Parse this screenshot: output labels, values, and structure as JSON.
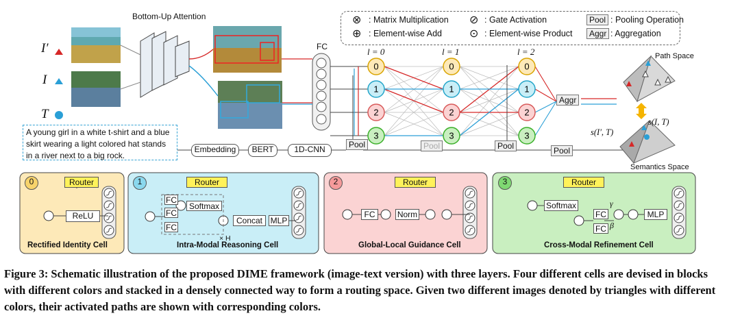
{
  "top": {
    "attention_label": "Bottom-Up Attention",
    "input_image_prime": "I′",
    "input_image": "I",
    "input_text": "T",
    "fc_label": "FC",
    "text_sample": "A young girl in a white t-shirt and a blue skirt wearing a light colored hat stands in a river next to a big rock.",
    "pipeline": [
      "Embedding",
      "BERT",
      "1D-CNN"
    ],
    "layers": [
      "l = 0",
      "l = 1",
      "l = 2"
    ],
    "cell_ids": [
      "0",
      "1",
      "2",
      "3"
    ],
    "pool_label": "Pool",
    "aggr_label": "Aggr",
    "path_space_label": "Path Space",
    "semantics_space_label": "Semantics Space",
    "score_prime": "s(I′, T)",
    "score": "s(I, T)"
  },
  "legend": {
    "matrix_mult": ": Matrix Multiplication",
    "elem_add": ": Element-wise Add",
    "gate": ": Gate Activation",
    "elem_prod": ": Element-wise Product",
    "pool_key": "Pool",
    "pool_desc": ": Pooling Operation",
    "aggr_key": "Aggr",
    "aggr_desc": ": Aggregation"
  },
  "cells": [
    {
      "id": "0",
      "title": "Rectified Identity Cell",
      "router": "Router",
      "ops": [
        "ReLU"
      ]
    },
    {
      "id": "1",
      "title": "Intra-Modal Reasoning Cell",
      "router": "Router",
      "ops": [
        "FC",
        "FC",
        "FC",
        "Softmax",
        "Concat",
        "MLP",
        "× H"
      ]
    },
    {
      "id": "2",
      "title": "Global-Local Guidance Cell",
      "router": "Router",
      "ops": [
        "FC",
        "Norm"
      ]
    },
    {
      "id": "3",
      "title": "Cross-Modal Refinement Cell",
      "router": "Router",
      "ops": [
        "Softmax",
        "FC",
        "FC",
        "MLP",
        "γ",
        "β"
      ]
    }
  ],
  "caption": "Figure 3: Schematic illustration of the proposed DIME framework (image-text version) with three layers. Four different cells are devised in blocks with different colors and stacked in a densely connected way to form a routing space. Given two different images denoted by triangles with different colors, their activated paths are shown with corresponding colors.",
  "colors": {
    "cell0": "#fde9b8",
    "cell1": "#c9eef7",
    "cell2": "#fbd3d3",
    "cell3": "#c9efc0",
    "router": "#fff25a",
    "red_path": "#d62828",
    "blue_path": "#2a9fd6"
  }
}
